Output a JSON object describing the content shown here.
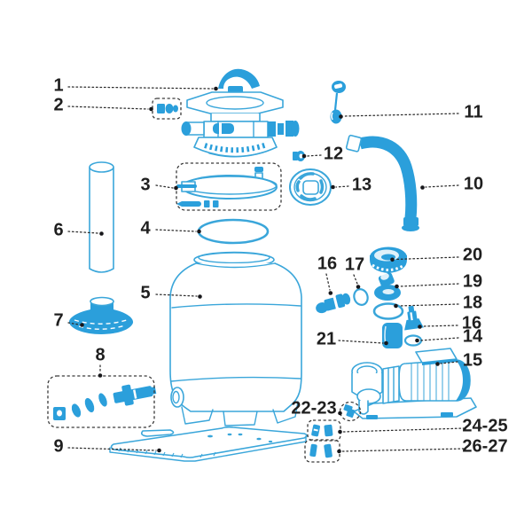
{
  "diagram": {
    "type": "exploded-parts-diagram",
    "subject": "sand-filter-pump-system",
    "colors": {
      "background": "#ffffff",
      "line": "#3aa6da",
      "fill": "#2b9fdb",
      "ink": "#1f1f1f",
      "leader": "#2b2b2b",
      "dash": "#3a3a3a"
    },
    "callouts": [
      {
        "label": "1",
        "part": "multiport-valve"
      },
      {
        "label": "2",
        "part": "valve-adapter-fitting"
      },
      {
        "label": "3",
        "part": "flange-clamp-set"
      },
      {
        "label": "4",
        "part": "tank-o-ring"
      },
      {
        "label": "5",
        "part": "filter-tank"
      },
      {
        "label": "6",
        "part": "standpipe"
      },
      {
        "label": "7",
        "part": "diffuser"
      },
      {
        "label": "8",
        "part": "drain-fitting-set"
      },
      {
        "label": "9",
        "part": "base-platform"
      },
      {
        "label": "10",
        "part": "connection-hose"
      },
      {
        "label": "11",
        "part": "air-release-valve"
      },
      {
        "label": "12",
        "part": "plug-fitting"
      },
      {
        "label": "13",
        "part": "strainer-grid"
      },
      {
        "label": "14",
        "part": "small-o-ring"
      },
      {
        "label": "15",
        "part": "pump"
      },
      {
        "label": "16",
        "part": "hose-adapter"
      },
      {
        "label": "17",
        "part": "adapter-o-ring"
      },
      {
        "label": "18",
        "part": "lid-o-ring"
      },
      {
        "label": "19",
        "part": "drain-valve"
      },
      {
        "label": "20",
        "part": "strainer-cap"
      },
      {
        "label": "21",
        "part": "filter-sleeve"
      },
      {
        "label": "16",
        "part": "hose-adapter"
      },
      {
        "label": "22-23",
        "part": "pump-inlet-fitting-set"
      },
      {
        "label": "24-25",
        "part": "fitting-pair"
      },
      {
        "label": "26-27",
        "part": "screw-pair"
      }
    ]
  }
}
